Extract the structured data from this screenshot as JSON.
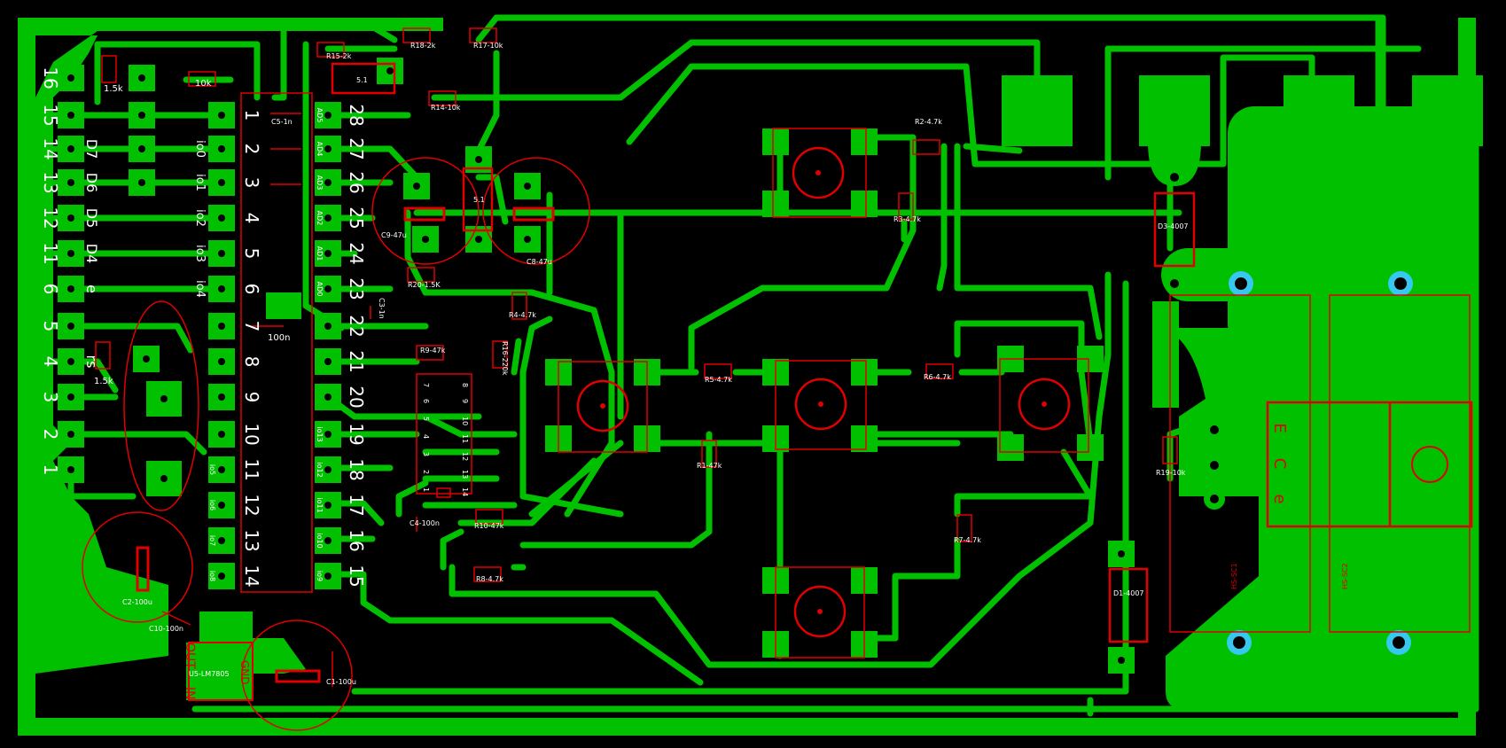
{
  "colors": {
    "background": "#000000",
    "copper": "#00c000",
    "silk": "#e00000",
    "text": "#ffffff",
    "hole": "#37c8f0"
  },
  "components": {
    "R15": "R15-2k",
    "R18": "R18-2k",
    "R17": "R17-10k",
    "R14": "R14-10k",
    "R20": "R20-1.5K",
    "R9": "R9-47k",
    "R16": "R16-220k",
    "R4": "R4-4.7k",
    "R10": "R10-47k",
    "R8": "R8-4.7k",
    "R2": "R2-4.7k",
    "R3": "R3-4.7k",
    "R5": "R5-4.7k",
    "R6": "R6-4.7k",
    "R1": "R1-47k",
    "R7": "R7-4.7k",
    "R19": "R19-10k",
    "C5": "C5-1n",
    "C9": "C9-47u",
    "C8": "C8-47u",
    "C3": "C3-1n",
    "C4": "C4-100n",
    "C2": "C2-100u",
    "C10": "C10-100n",
    "C1": "C1-100u",
    "C7": "100n",
    "U5": "U5-LM7805",
    "D3": "D3-4007",
    "D1": "D1-4007",
    "POT1": "5.1",
    "POT2": "5.1",
    "R_1k5a": "1.5k",
    "R_10k": "10k",
    "R_1k5b": "1.5k",
    "HS1": "HS-SC1",
    "HS2": "HS-SC2",
    "gnd_lbl": "GND",
    "out_lbl": "OUT",
    "in_lbl": "IN",
    "ce": [
      "E",
      "C",
      "e"
    ]
  },
  "header_left": {
    "numbers": [
      "16",
      "15",
      "14",
      "13",
      "12",
      "11",
      "6",
      "5",
      "4",
      "3",
      "2",
      "1"
    ],
    "labels": [
      "",
      "",
      "D7",
      "D6",
      "D5",
      "D4",
      "e",
      "",
      "rs",
      "",
      "",
      ""
    ]
  },
  "ic": {
    "left_pins": [
      "1",
      "2",
      "3",
      "4",
      "5",
      "6",
      "7",
      "8",
      "9",
      "10",
      "11",
      "12",
      "13",
      "14"
    ],
    "right_pins": [
      "28",
      "27",
      "26",
      "25",
      "24",
      "23",
      "22",
      "21",
      "20",
      "19",
      "18",
      "17",
      "16",
      "15"
    ],
    "left_io": [
      "",
      "io0",
      "io1",
      "io2",
      "io3",
      "io4",
      "",
      "",
      "",
      "",
      "io5",
      "io6",
      "io7",
      "io8"
    ],
    "right_io": [
      "AD5",
      "AD4",
      "AD3",
      "AD2",
      "AD1",
      "AD0",
      "",
      "",
      "",
      "io13",
      "io12",
      "io11",
      "io10",
      "io9"
    ]
  },
  "dip_pins": {
    "left": [
      "7",
      "6",
      "5",
      "4",
      "3",
      "2",
      "1"
    ],
    "right": [
      "8",
      "9",
      "10",
      "11",
      "12",
      "13",
      "14"
    ]
  }
}
